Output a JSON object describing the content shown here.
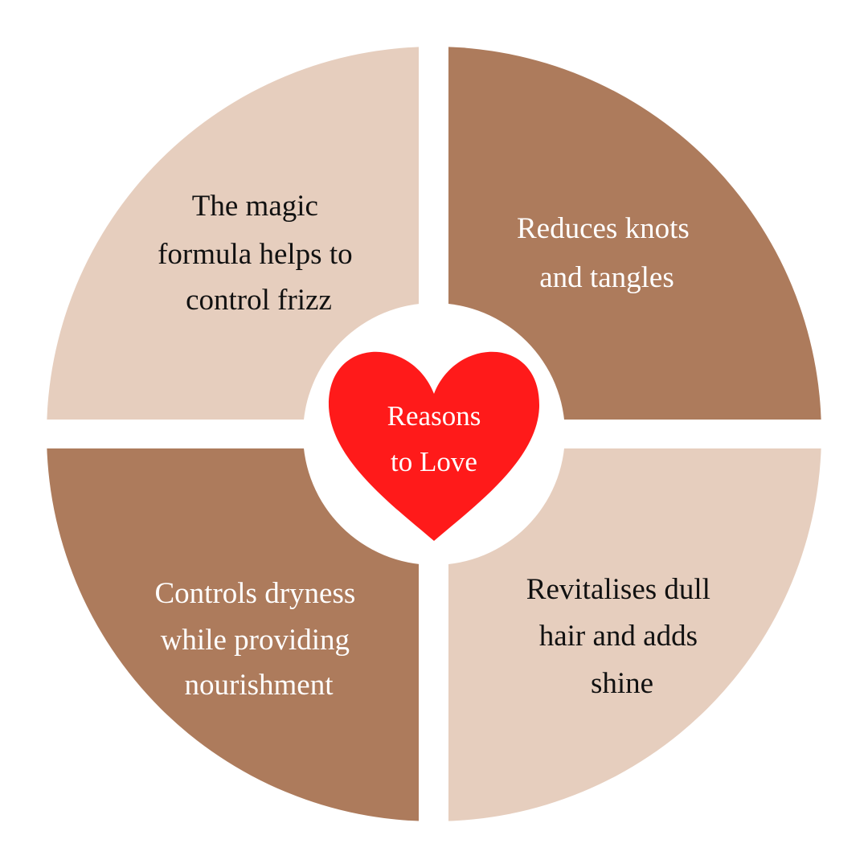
{
  "center": {
    "line1": "Reasons",
    "line2": "to Love"
  },
  "quadrants": {
    "top_left": {
      "lines": [
        "The magic",
        "formula helps to",
        "control frizz"
      ]
    },
    "top_right": {
      "lines": [
        "Reduces knots",
        "and tangles"
      ]
    },
    "bottom_left": {
      "lines": [
        "Controls dryness",
        "while providing",
        "nourishment"
      ]
    },
    "bottom_right": {
      "lines": [
        "Revitalises dull",
        "hair and adds",
        "shine"
      ]
    }
  },
  "colors": {
    "light": "#E6CEBE",
    "dark": "#AD7B5C",
    "heart": "#FF1A1A"
  }
}
